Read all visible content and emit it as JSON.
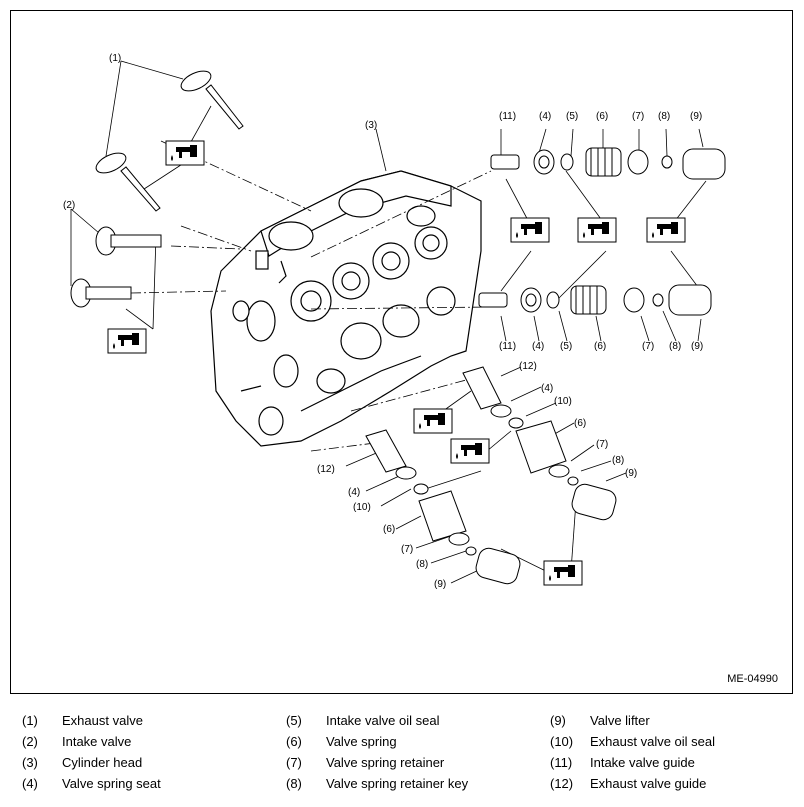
{
  "figure_code": "ME-04990",
  "callouts": {
    "c1": "(1)",
    "c2": "(2)",
    "c3": "(3)",
    "c4": "(4)",
    "c5": "(5)",
    "c6": "(6)",
    "c7": "(7)",
    "c8": "(8)",
    "c9": "(9)",
    "c10": "(10)",
    "c11": "(11)",
    "c12": "(12)"
  },
  "legend": [
    {
      "num": "(1)",
      "label": "Exhaust valve"
    },
    {
      "num": "(2)",
      "label": "Intake valve"
    },
    {
      "num": "(3)",
      "label": "Cylinder head"
    },
    {
      "num": "(4)",
      "label": "Valve spring seat"
    },
    {
      "num": "(5)",
      "label": "Intake valve oil seal"
    },
    {
      "num": "(6)",
      "label": "Valve spring"
    },
    {
      "num": "(7)",
      "label": "Valve spring retainer"
    },
    {
      "num": "(8)",
      "label": "Valve spring retainer key"
    },
    {
      "num": "(9)",
      "label": "Valve lifter"
    },
    {
      "num": "(10)",
      "label": "Exhaust valve oil seal"
    },
    {
      "num": "(11)",
      "label": "Intake valve guide"
    },
    {
      "num": "(12)",
      "label": "Exhaust valve guide"
    }
  ],
  "icons": {
    "oil_symbol": "oil-can-icon"
  }
}
